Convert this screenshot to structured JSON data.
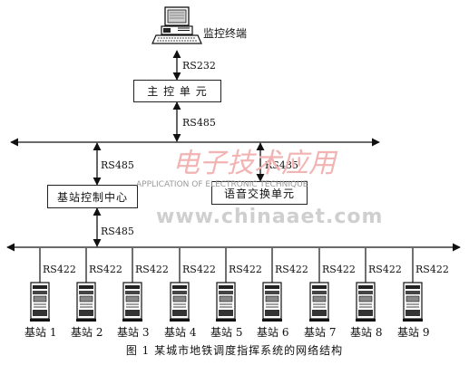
{
  "nodes": {
    "terminal": "监控终端",
    "master": "主 控 单 元",
    "base_center": "基站控制中心",
    "voice": "语音交换单元"
  },
  "links": {
    "terminal_master": "RS232",
    "master_bus": "RS485",
    "bus_center": "RS485",
    "bus_voice": "RS485",
    "center_bus2": "RS485"
  },
  "station_links": [
    "RS422",
    "RS422",
    "RS422",
    "RS422",
    "RS422",
    "RS422",
    "RS422",
    "RS422",
    "RS422"
  ],
  "stations": [
    "基站 1",
    "基站 2",
    "基站 3",
    "基站 4",
    "基站 5",
    "基站 6",
    "基站 7",
    "基站 8",
    "基站 9"
  ],
  "caption": "图 1  某城市地铁调度指挥系统的网络结构",
  "watermark": {
    "logo": "电子技术应用",
    "tagline": "APPLICATION OF ELECTRONIC TECHNIQUE",
    "url": "www.chinaaet.com"
  }
}
